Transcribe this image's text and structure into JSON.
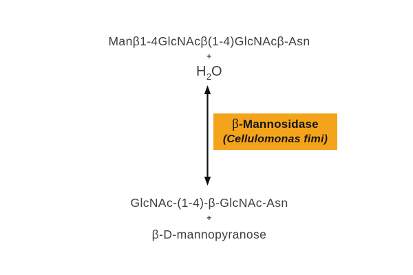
{
  "colors": {
    "background": "#ffffff",
    "text": "#3d3d3c",
    "enzyme_box_bg": "#f4a41a",
    "enzyme_text": "#141414",
    "arrow": "#111111"
  },
  "reaction": {
    "substrates": {
      "line1": "Manβ1-4GlcNAcβ(1-4)GlcNAcβ-Asn",
      "plus": "+",
      "water": {
        "symbol_h": "H",
        "subscript": "2",
        "symbol_o": "O"
      }
    },
    "enzyme": {
      "beta": "β",
      "name_rest": "-Mannosidase",
      "organism": "(Cellulomonas fimi)"
    },
    "products": {
      "line1": "GlcNAc-(1-4)-β-GlcNAc-Asn",
      "plus": "+",
      "line2": "β-D-mannopyranose"
    }
  }
}
